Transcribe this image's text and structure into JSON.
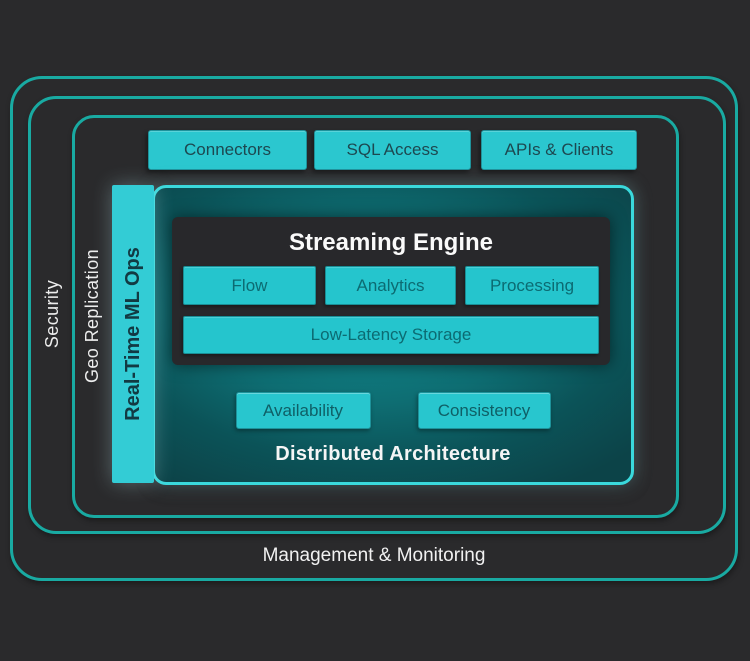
{
  "layers": {
    "management_monitoring": {
      "label": "Management & Monitoring"
    },
    "security": {
      "label": "Security"
    },
    "geo_replication": {
      "label": "Geo Replication"
    }
  },
  "top_buttons": [
    "Connectors",
    "SQL Access",
    "APIs & Clients"
  ],
  "ml_ops_bar": {
    "label": "Real-Time ML Ops"
  },
  "panel": {
    "title": "Distributed Architecture",
    "engine": {
      "title": "Streaming Engine",
      "modules": [
        "Flow",
        "Analytics",
        "Processing"
      ],
      "storage": "Low-Latency Storage"
    },
    "properties": [
      "Availability",
      "Consistency"
    ]
  },
  "colors": {
    "background": "#2a2a2c",
    "ring_border": "#19aaa2",
    "panel_border": "#3ad9dc",
    "panel_fill_center": "#118a8e",
    "panel_fill_edge": "#0c4348",
    "chip_fill": "#2bc7cf",
    "chip_text_dark": "#1d4850",
    "chip_text_teal": "#0c6b72",
    "bar_fill": "#33ccd5",
    "bar_text": "#123a43",
    "dark_box": "#28282b",
    "white_text": "#f1f1f1"
  }
}
